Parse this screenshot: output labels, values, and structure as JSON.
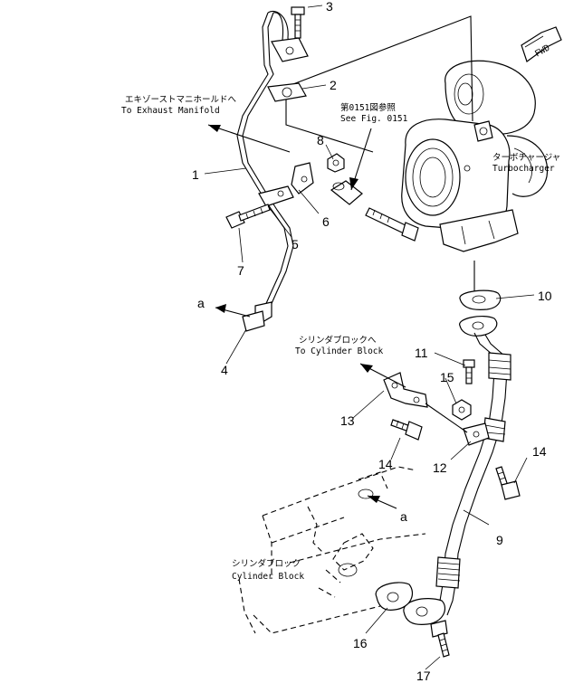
{
  "parts": {
    "p1": "1",
    "p2": "2",
    "p3": "3",
    "p4": "4",
    "p5": "5",
    "p6": "6",
    "p7": "7",
    "p8": "8",
    "p9": "9",
    "p10": "10",
    "p11": "11",
    "p12": "12",
    "p13": "13",
    "p14a": "14",
    "p14b": "14",
    "p15": "15",
    "p16": "16",
    "p17": "17"
  },
  "connectors": {
    "a_left": "a",
    "a_bottom": "a"
  },
  "notes": {
    "exhaust_jp": "エキゾーストマニホールドへ",
    "exhaust_en": "To Exhaust Manifold",
    "see_fig_jp": "第0151図参照",
    "see_fig_en": "See Fig. 0151",
    "turbo_jp": "ターボチャージャ",
    "turbo_en": "Turbocharger",
    "cyl_to_jp": "シリンダブロックへ",
    "cyl_to_en": "To Cylinder Block",
    "cyl_jp": "シリンダブロック",
    "cyl_en": "Cylinder Block",
    "fwd": "FWD"
  }
}
